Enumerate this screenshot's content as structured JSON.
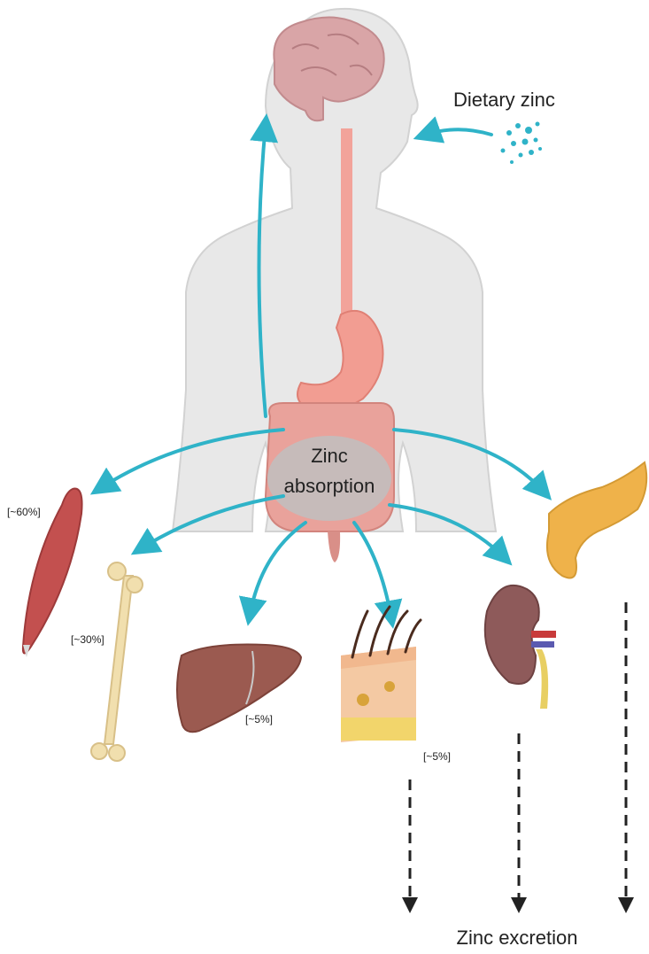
{
  "labels": {
    "dietary_zinc": "Dietary zinc",
    "zinc_absorption_line1": "Zinc",
    "zinc_absorption_line2": "absorption",
    "zinc_excretion": "Zinc excretion"
  },
  "distribution": {
    "muscle": "[~60%]",
    "bone": "[~30%]",
    "liver": "[~5%]",
    "skin": "[~5%]"
  },
  "icons": [
    "human-body",
    "brain",
    "digestive-tract",
    "muscle",
    "bone",
    "liver",
    "skin",
    "kidney",
    "pancreas",
    "zinc-particles"
  ],
  "colors": {
    "arrow": "#2fb3c8",
    "body": "#e6e6e6",
    "gut": "#f2a39a",
    "muscle": "#c3504f",
    "bone": "#f1dfae",
    "liver": "#9b5a50",
    "kidney": "#8e5a5a",
    "pancreas": "#efb24a"
  }
}
